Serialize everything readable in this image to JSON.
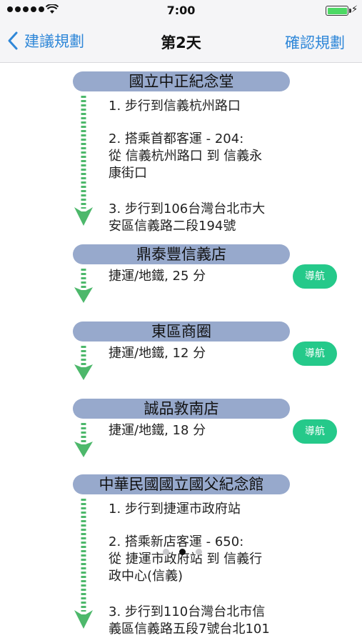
{
  "status": {
    "time": "7:00",
    "charging_icon": "bolt-icon",
    "battery_fill": 1.0
  },
  "nav": {
    "back_label": "建議規劃",
    "title": "第2天",
    "confirm_label": "確認規劃"
  },
  "stops": [
    {
      "name": "國立中正紀念堂"
    },
    {
      "name": "鼎泰豐信義店"
    },
    {
      "name": "東區商圈"
    },
    {
      "name": "誠品敦南店"
    },
    {
      "name": "中華民國國立國父紀念館"
    }
  ],
  "legs": [
    {
      "steps": [
        "1. 步行到信義杭州路口",
        "2. 搭乘首都客運 - 204:",
        " 從 信義杭州路口 到 信義永",
        "康街口",
        "3. 步行到106台灣台北市大",
        "安區信義路二段194號"
      ]
    },
    {
      "steps": [
        "捷運/地鐵, 25 分"
      ],
      "nav_button": "導航"
    },
    {
      "steps": [
        "捷運/地鐵, 12 分"
      ],
      "nav_button": "導航"
    },
    {
      "steps": [
        "捷運/地鐵, 18 分"
      ],
      "nav_button": "導航"
    },
    {
      "steps": [
        "1. 步行到捷運市政府站",
        "2. 搭乘新店客運 - 650:",
        " 從 捷運市政府站 到 信義行",
        "政中心(信義)",
        "3. 步行到110台灣台北市信",
        "義區信義路五段7號台北101"
      ]
    }
  ],
  "colors": {
    "accent": "#2f87d8",
    "place_pill": "#97a9cc",
    "arrow_green": "#4db86b",
    "nav_button": "#25c98a"
  },
  "pager": {
    "pages": 3,
    "active": 2
  }
}
